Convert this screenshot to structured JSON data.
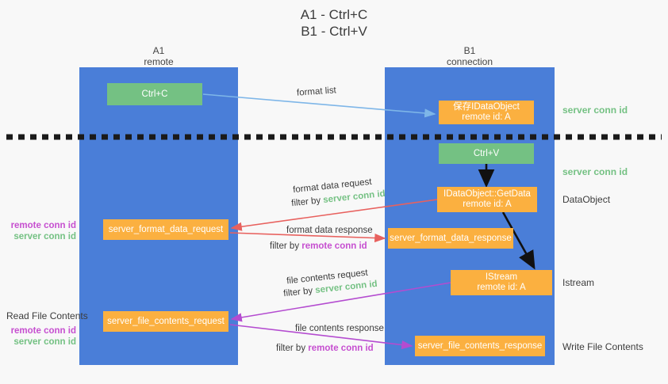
{
  "title": "A1 - Ctrl+C\nB1 - Ctrl+V",
  "lanes": {
    "left": {
      "name": "A1",
      "role": "remote",
      "header": "A1\nremote"
    },
    "right": {
      "name": "B1",
      "role": "connection",
      "header": "B1\nconnection"
    }
  },
  "colors": {
    "lane": "#4a7ed8",
    "green_box": "#74c183",
    "orange_box": "#fbb040",
    "background": "#f8f8f8",
    "server_conn_id": "#74c183",
    "remote_conn_id": "#c64fd0",
    "format_list_arrow": "#7eb6e8",
    "format_data_arrow": "#e8615e",
    "file_contents_arrow": "#b44cd0",
    "black_arrow": "#111111",
    "divider": "#1a1a1a"
  },
  "boxes": {
    "ctrl_c": "Ctrl+C",
    "save_data_object": "保存IDataObject\nremote id: A",
    "ctrl_v": "Ctrl+V",
    "get_data": "IDataObject::GetData\nremote id: A",
    "server_format_data_request": "server_format_data_request",
    "server_format_data_response": "server_format_data_response",
    "istream": "IStream\nremote id: A",
    "server_file_contents_request": "server_file_contents_request",
    "server_file_contents_response": "server_file_contents_response"
  },
  "right_notes": {
    "server_conn_id_top": "server conn id",
    "server_conn_id_mid": "server conn id",
    "data_object": "DataObject",
    "istream": "Istream",
    "write_file_contents": "Write File Contents"
  },
  "left_notes": {
    "upper_remote": "remote conn id",
    "upper_server": "server conn id",
    "read_file_contents": "Read File Contents",
    "lower_remote": "remote conn id",
    "lower_server": "server conn id"
  },
  "flows": {
    "format_list": "format list",
    "format_data_request": "format data request",
    "format_data_request_filter_prefix": "filter by ",
    "format_data_request_filter_key": "server conn id",
    "format_data_response": "format data response",
    "format_data_response_filter_prefix": "filter by ",
    "format_data_response_filter_key": "remote conn id",
    "file_contents_request": "file contents request",
    "file_contents_request_filter_prefix": "filter by ",
    "file_contents_request_filter_key": "server conn id",
    "file_contents_response": "file contents response",
    "file_contents_response_filter_prefix": "filter by ",
    "file_contents_response_filter_key": "remote conn id"
  }
}
